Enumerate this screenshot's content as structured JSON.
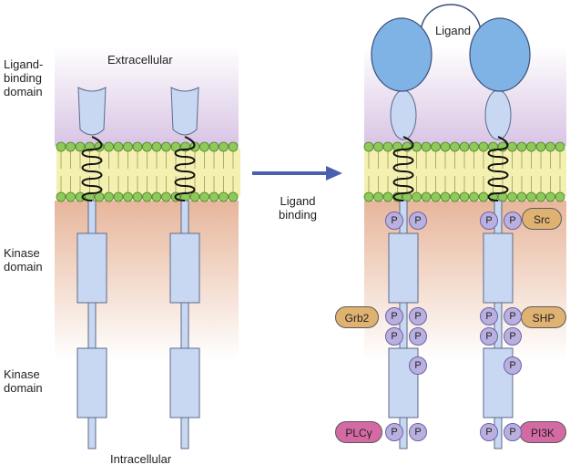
{
  "labels": {
    "ligand_binding_domain": "Ligand-\nbinding\ndomain",
    "extracellular": "Extracellular",
    "kinase_domain_1": "Kinase\ndomain",
    "kinase_domain_2": "Kinase\ndomain",
    "intracellular": "Intracellular",
    "ligand": "Ligand",
    "arrow_label": "Ligand\nbinding"
  },
  "phospho": "P",
  "adaptors": {
    "src": "Src",
    "grb2": "Grb2",
    "shp": "SHP",
    "plcg": "PLCγ",
    "pi3k": "PI3K"
  },
  "colors": {
    "extracellular_top": "#ffffff",
    "extracellular_bottom": "#d9c6e6",
    "intracellular_top": "#e8b79c",
    "intracellular_bottom": "#ffffff",
    "membrane_inner": "#f4f0b0",
    "lipid_head": "#8fc95a",
    "receptor": "#c9d8f2",
    "receptor_stroke": "#5b6a8a",
    "ligand_blob": "#7fb3e6",
    "phospho": "#b9b0e0",
    "src_fill": "#e0b271",
    "shp_fill": "#e0b271",
    "grb2_fill": "#e0b271",
    "plc_fill": "#d46aa3",
    "pi3k_fill": "#d46aa3",
    "arrow": "#4a5fb0"
  }
}
